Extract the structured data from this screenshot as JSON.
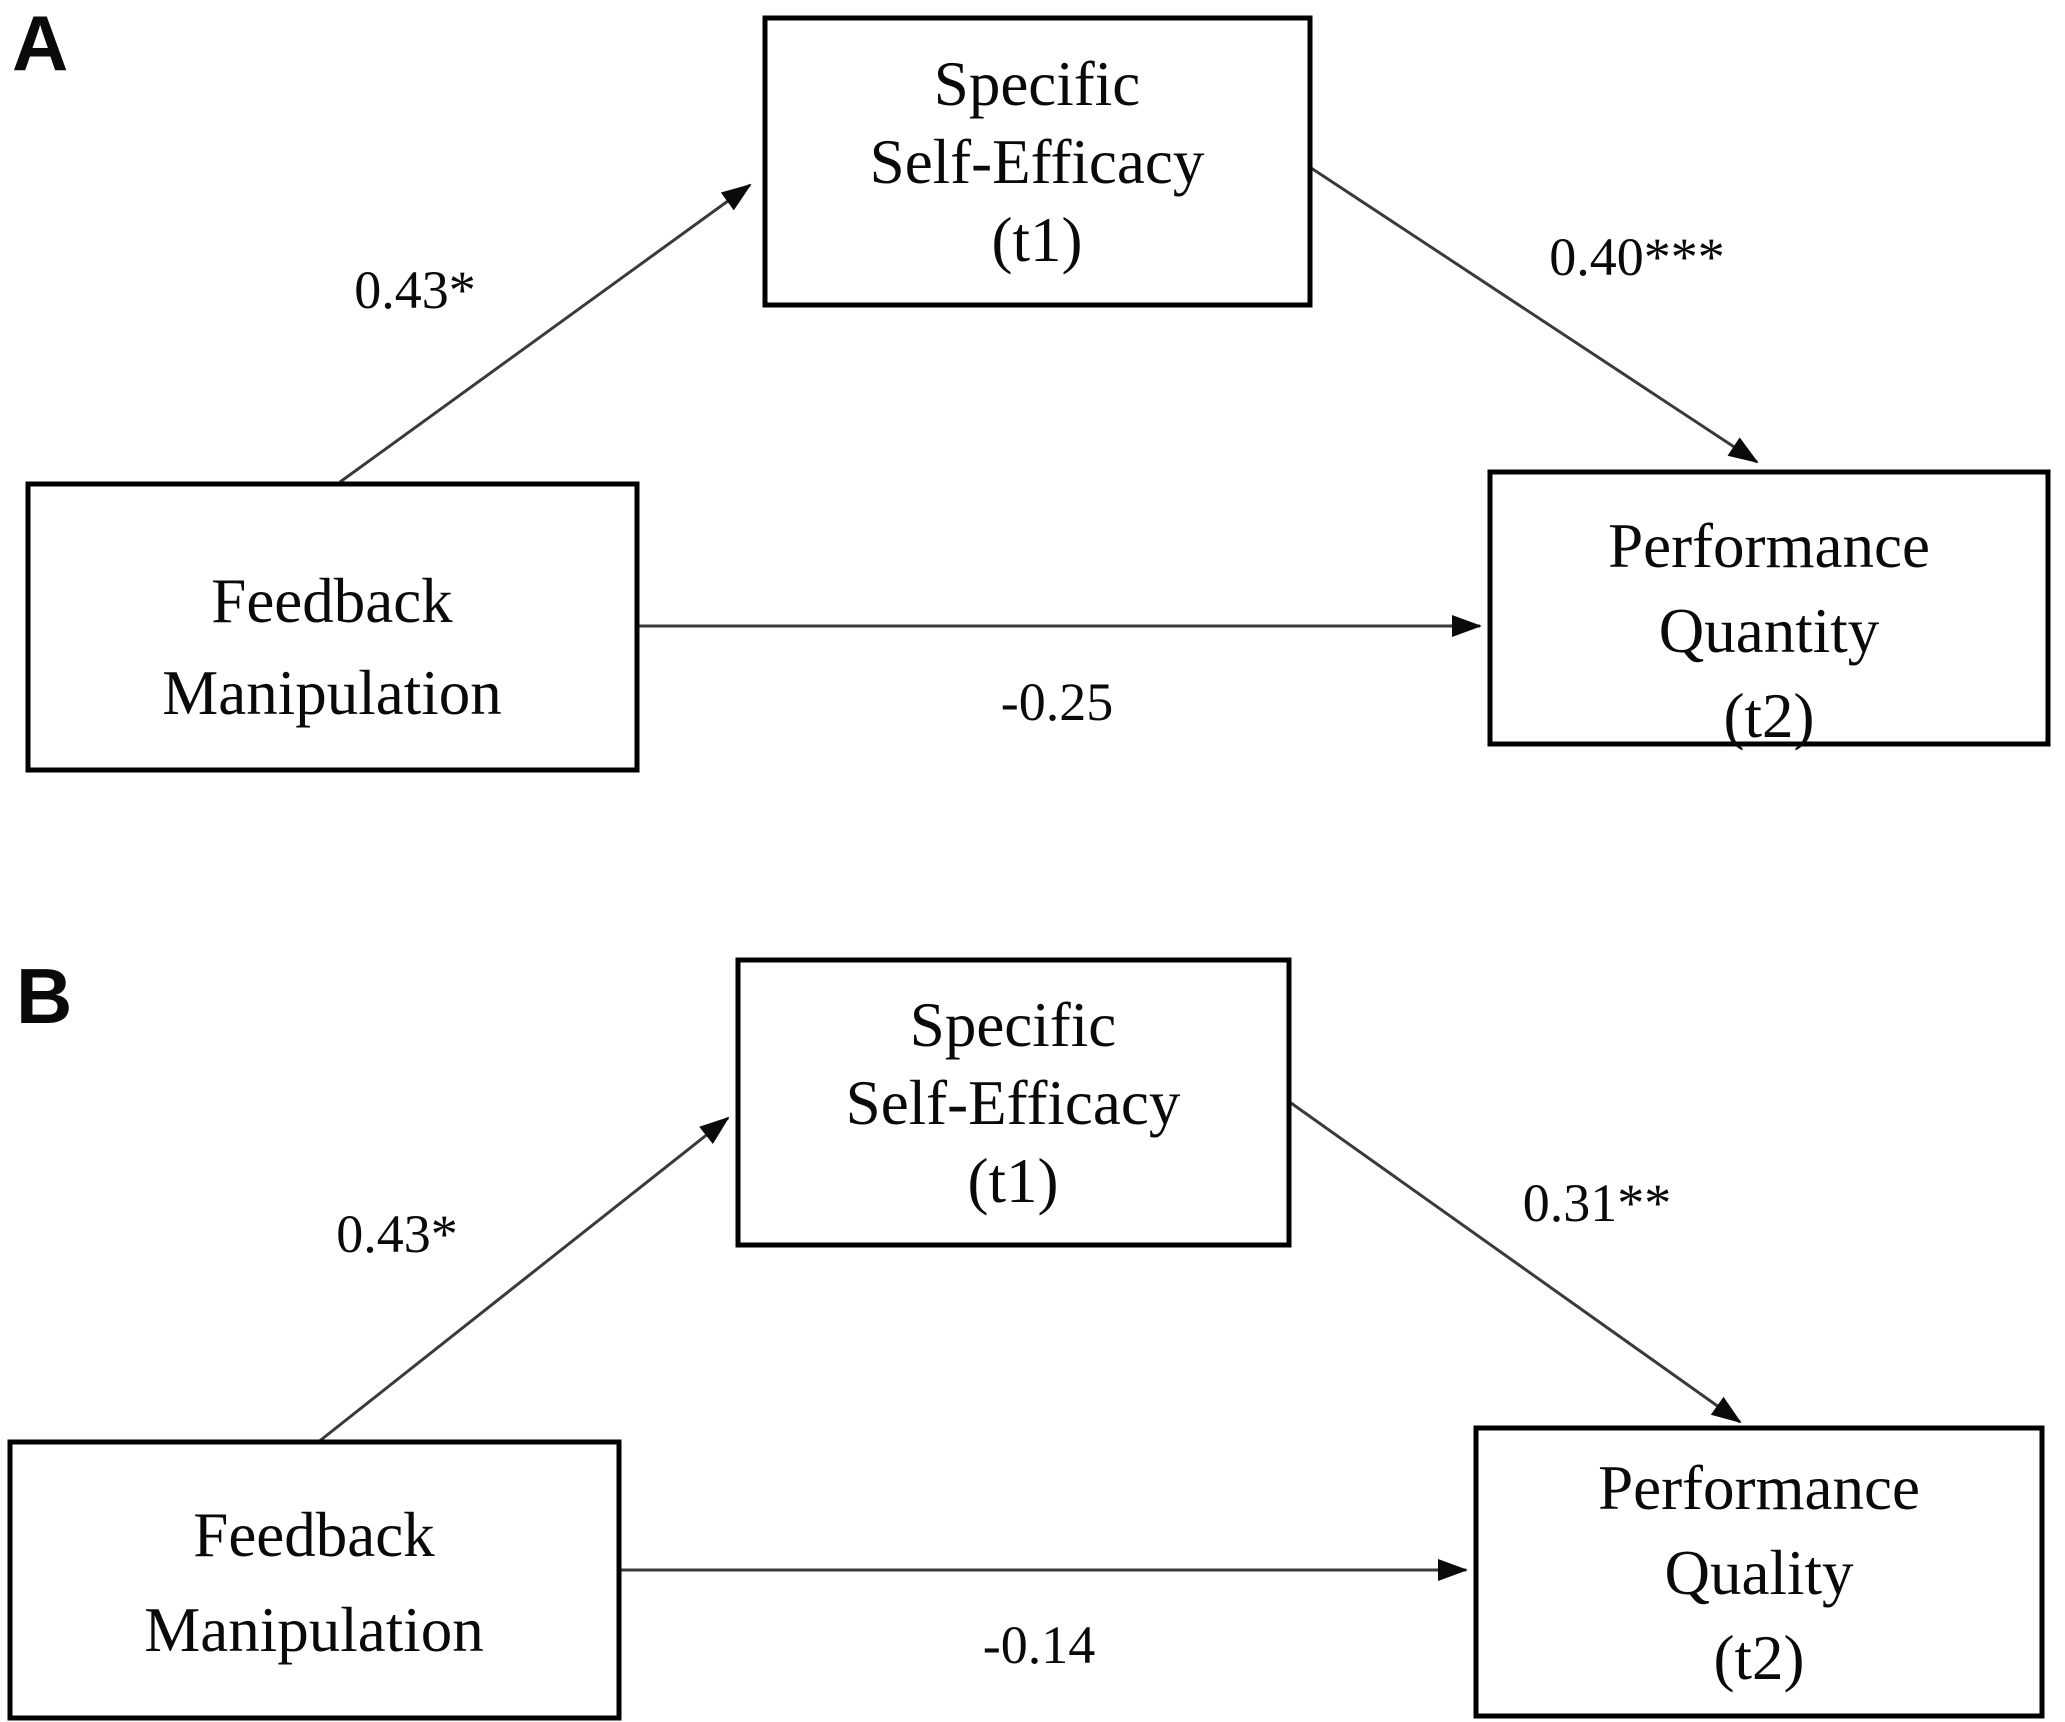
{
  "colors": {
    "background": "#ffffff",
    "box_border": "#000000",
    "connector_line": "#3a3a3a",
    "text": "#0a0a0a"
  },
  "panels": [
    {
      "label": "A",
      "predictor": {
        "lines": [
          "Feedback",
          "Manipulation"
        ]
      },
      "mediator": {
        "lines": [
          "Specific",
          "Self-Efficacy",
          "(t1)"
        ]
      },
      "outcome": {
        "lines": [
          "Performance",
          "Quantity",
          "(t2)"
        ]
      },
      "paths": {
        "predictor_to_mediator": "0.43*",
        "mediator_to_outcome": "0.40***",
        "predictor_to_outcome": "-0.25"
      }
    },
    {
      "label": "B",
      "predictor": {
        "lines": [
          "Feedback",
          "Manipulation"
        ]
      },
      "mediator": {
        "lines": [
          "Specific",
          "Self-Efficacy",
          "(t1)"
        ]
      },
      "outcome": {
        "lines": [
          "Performance",
          "Quality",
          "(t2)"
        ]
      },
      "paths": {
        "predictor_to_mediator": "0.43*",
        "mediator_to_outcome": "0.31**",
        "predictor_to_outcome": "-0.14"
      }
    }
  ]
}
